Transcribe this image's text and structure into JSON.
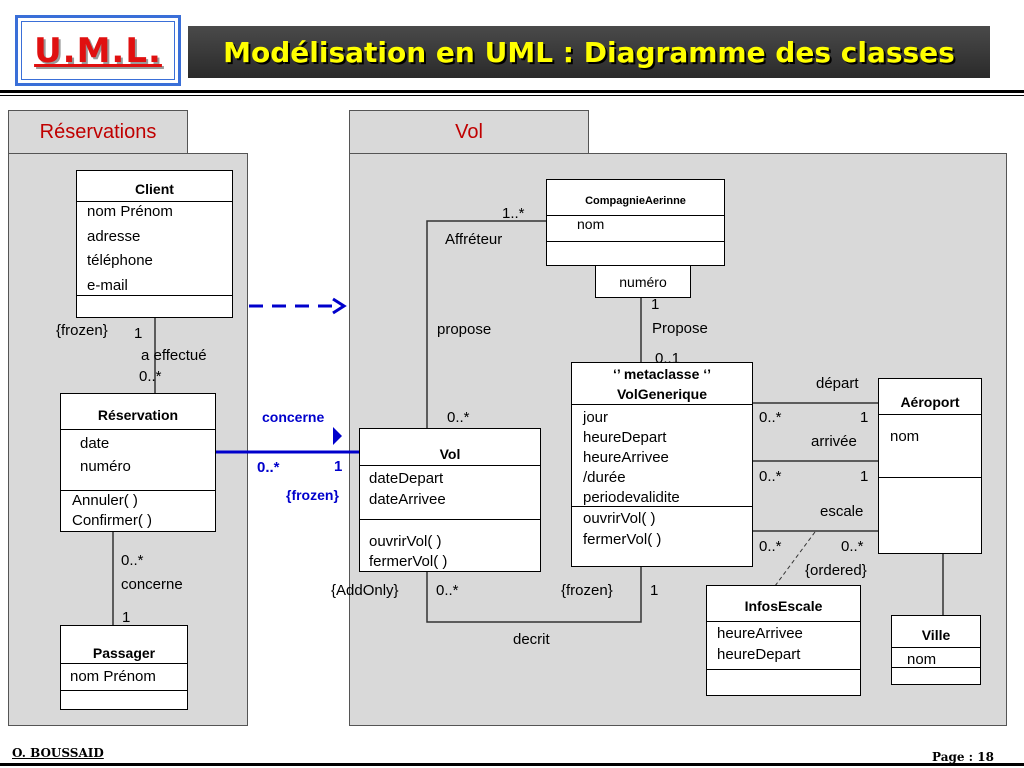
{
  "header": {
    "logo": "U.M.L.",
    "title": "Modélisation en UML : Diagramme des classes"
  },
  "packages": {
    "reservations": "Réservations",
    "vol": "Vol"
  },
  "classes": {
    "client": {
      "name": "Client",
      "attrs": [
        "nom Prénom",
        "adresse",
        "téléphone",
        "e-mail"
      ]
    },
    "reservation": {
      "name": "Réservation",
      "attrs": [
        "date",
        "numéro"
      ],
      "ops": [
        "Annuler( )",
        "Confirmer( )"
      ]
    },
    "passager": {
      "name": "Passager",
      "attrs": [
        "nom Prénom"
      ]
    },
    "compagnie": {
      "name": "CompagnieAerinne",
      "attrs": [
        "nom"
      ],
      "qualifier": "numéro"
    },
    "vol": {
      "name": "Vol",
      "attrs": [
        "dateDepart",
        "dateArrivee"
      ],
      "ops": [
        "ouvrirVol( )",
        "fermerVol( )"
      ]
    },
    "volgenerique": {
      "stereotype": "‘’ metaclasse ‘’",
      "name": "VolGenerique",
      "attrs": [
        "jour",
        "heureDepart",
        "heureArrivee",
        "/durée",
        "periodevalidite"
      ],
      "ops": [
        "ouvrirVol( )",
        "fermerVol( )"
      ]
    },
    "aeroport": {
      "name": "Aéroport",
      "attrs": [
        "nom"
      ]
    },
    "infosescale": {
      "name": "InfosEscale",
      "attrs": [
        "heureArrivee",
        "heureDepart"
      ]
    },
    "ville": {
      "name": "Ville",
      "attrs": [
        "nom"
      ]
    }
  },
  "labels": {
    "frozen_client": "{frozen}",
    "one_client": "1",
    "a_effectue": "a effectué",
    "zero_many_res": "0..*",
    "concerne_blue": "concerne",
    "zero_many_blue": "0..*",
    "one_blue": "1",
    "frozen_blue": "{frozen}",
    "zero_many_pass": "0..*",
    "concerne_pass": "concerne",
    "one_pass": "1",
    "one_many_aff": "1..*",
    "affreteur": "Affréteur",
    "propose_left": "propose",
    "zero_many_vol": "0..*",
    "one_prop": "1",
    "propose_right": "Propose",
    "zero_one": "0..1",
    "depart": "départ",
    "zero_many_dep": "0..*",
    "one_dep": "1",
    "arrivee": "arrivée",
    "zero_many_arr": "0..*",
    "one_arr": "1",
    "escale": "escale",
    "zero_many_esc1": "0..*",
    "zero_many_esc2": "0..*",
    "ordered": "{ordered}",
    "addonly": "{AddOnly}",
    "zero_many_dec": "0..*",
    "frozen_dec": "{frozen}",
    "one_dec": "1",
    "decrit": "decrit"
  },
  "footer": {
    "author": "O. BOUSSAID",
    "page": "Page : 18"
  },
  "colors": {
    "logo_red": "#e01010",
    "title_yellow": "#ffff00",
    "package_gray": "#d9d9d9",
    "package_title_red": "#c00000",
    "link_blue": "#0000cc",
    "logo_border_blue": "#3a6fd8"
  }
}
